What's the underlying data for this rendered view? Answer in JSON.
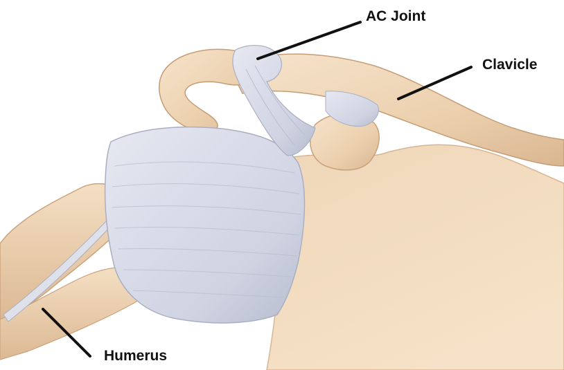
{
  "labels": {
    "ac_joint": "AC Joint",
    "clavicle": "Clavicle",
    "humerus": "Humerus"
  },
  "colors": {
    "bone_light": "#f3dcc0",
    "bone_mid": "#e8c8a2",
    "bone_shadow": "#c9a27c",
    "ligament": "#d9dbe6",
    "ligament_shadow": "#aeb3c8",
    "leader_line": "#111111"
  }
}
